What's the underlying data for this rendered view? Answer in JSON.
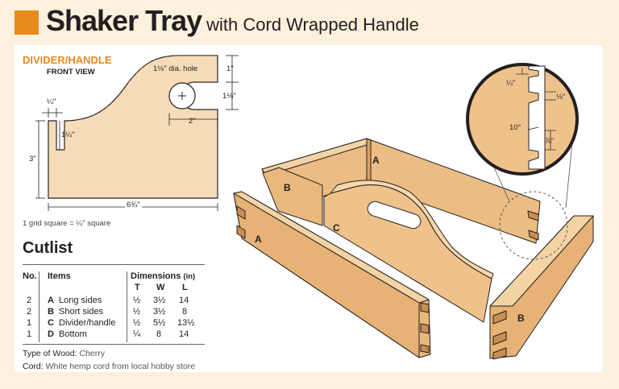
{
  "header": {
    "title": "Shaker Tray",
    "subtitle": "with Cord Wrapped Handle"
  },
  "divider": {
    "title": "DIVIDER/HANDLE",
    "subtitle": "FRONT VIEW",
    "dims": {
      "hole": "1⅛\" dia. hole",
      "top_right": "1\"",
      "right_mid": "1⅛\"",
      "hole_offset": "2\"",
      "left_small": "¼\"",
      "notch": "1¼\"",
      "height": "3\"",
      "width": "6¾\""
    },
    "grid_note": "1 grid square = ¼\" square"
  },
  "detail": {
    "d1": "¼\"",
    "d2": "⅛\"",
    "angle": "10°",
    "d3": "⅞\""
  },
  "parts": {
    "a1": "A",
    "a2": "A",
    "b1": "B",
    "b2": "B",
    "c": "C"
  },
  "cutlist": {
    "title": "Cutlist",
    "headers": {
      "no": "No.",
      "items": "Items",
      "dims": "Dimensions",
      "unit": "(in)",
      "t": "T",
      "w": "W",
      "l": "L"
    },
    "rows": [
      {
        "no": "2",
        "letter": "A",
        "name": "Long sides",
        "t": "½",
        "w": "3½",
        "l": "14"
      },
      {
        "no": "2",
        "letter": "B",
        "name": "Short sides",
        "t": "½",
        "w": "3½",
        "l": "8"
      },
      {
        "no": "1",
        "letter": "C",
        "name": "Divider/handle",
        "t": "½",
        "w": "5½",
        "l": "13½"
      },
      {
        "no": "1",
        "letter": "D",
        "name": "Bottom",
        "t": "¼",
        "w": "8",
        "l": "14"
      }
    ]
  },
  "footer": {
    "wood_label": "Type of Wood:",
    "wood_value": "Cherry",
    "cord_label": "Cord:",
    "cord_value": "White hemp cord from local hobby store"
  },
  "colors": {
    "accent": "#e8891c",
    "wood": "#e9b87c",
    "wood_dark": "#c98f52",
    "grid": "#f4dcbc"
  }
}
